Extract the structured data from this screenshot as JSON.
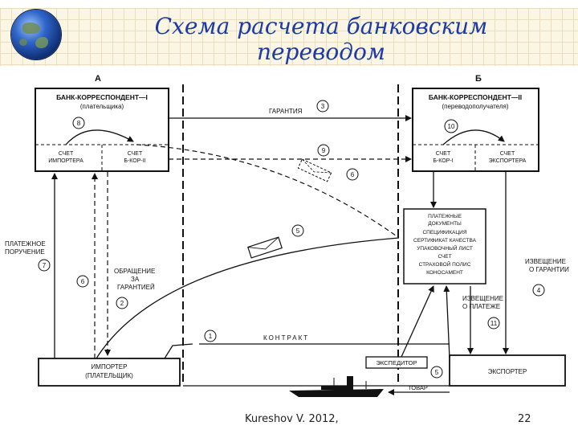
{
  "slide": {
    "title_line1": "Схема расчета банковским",
    "title_line2": "переводом",
    "footer_author": "Kureshov V. 2012,",
    "page_number": "22"
  },
  "diagram": {
    "side_a": "А",
    "side_b": "Б",
    "bank1": {
      "name": "БАНК-КОРРЕСПОНДЕНТ—I",
      "role": "(плательщика)",
      "account1": [
        "СЧЕТ",
        "ИМПОРТЕРА"
      ],
      "account2": [
        "СЧЕТ",
        "Б-КОР-II"
      ]
    },
    "bank2": {
      "name": "БАНК-КОРРЕСПОНДЕНТ—II",
      "role": "(переводополучателя)",
      "account1": [
        "СЧЕТ",
        "Б-КОР-I"
      ],
      "account2": [
        "СЧЕТ",
        "ЭКСПОРТЕРА"
      ]
    },
    "guarantee": "ГАРАНТИЯ",
    "documents": [
      "ПЛАТЕЖНЫЕ",
      "ДОКУМЕНТЫ",
      "СПЕЦИФИКАЦИЯ",
      "СЕРТИФИКАТ КАЧЕСТВА",
      "УПАКОВОЧНЫЙ ЛИСТ",
      "СЧЕТ",
      "СТРАХОВОЙ ПОЛИС",
      "КОНОСАМЕНТ"
    ],
    "payment_order": [
      "ПЛАТЕЖНОЕ",
      "ПОРУЧЕНИЕ"
    ],
    "claim": [
      "ОБРАЩЕНИЕ",
      "ЗА",
      "ГАРАНТИЕЙ"
    ],
    "guarantee_notice": [
      "ИЗВЕЩЕНИЕ",
      "О ГАРАНТИИ"
    ],
    "payment_notice": [
      "ИЗВЕЩЕНИЕ",
      "О ПЛАТЕЖЕ"
    ],
    "contract": "КОНТРАКТ",
    "importer": [
      "ИМПОРТЕР",
      "(ПЛАТЕЛЬЩИК)"
    ],
    "exporter": "ЭКСПОРТЕР",
    "forwarder": "ЭКСПЕДИТОР",
    "goods": "ТОВАР",
    "steps": [
      "1",
      "2",
      "3",
      "4",
      "5",
      "5",
      "6",
      "6",
      "7",
      "8",
      "9",
      "10",
      "11"
    ]
  }
}
